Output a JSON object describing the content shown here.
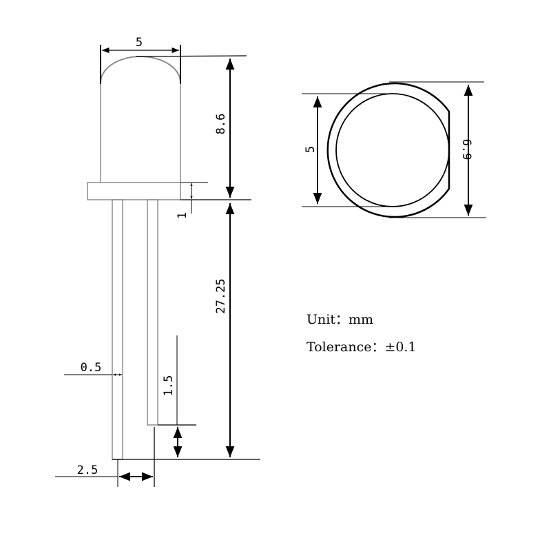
{
  "drawing": {
    "side_view": {
      "dims": {
        "body_diameter": "5",
        "body_height": "8.6",
        "flange_height": "1",
        "lead_length": "27.25",
        "lead_width": "0.5",
        "lead_offset": "1.5",
        "lead_spacing": "2.5"
      }
    },
    "top_view": {
      "dims": {
        "inner_diameter": "5",
        "outer_diameter": "6.9"
      }
    },
    "notes": {
      "unit": "Unit：mm",
      "tolerance": "Tolerance：±0.1"
    },
    "colors": {
      "line": "#000000",
      "body_outline": "#8c8c8c"
    }
  }
}
